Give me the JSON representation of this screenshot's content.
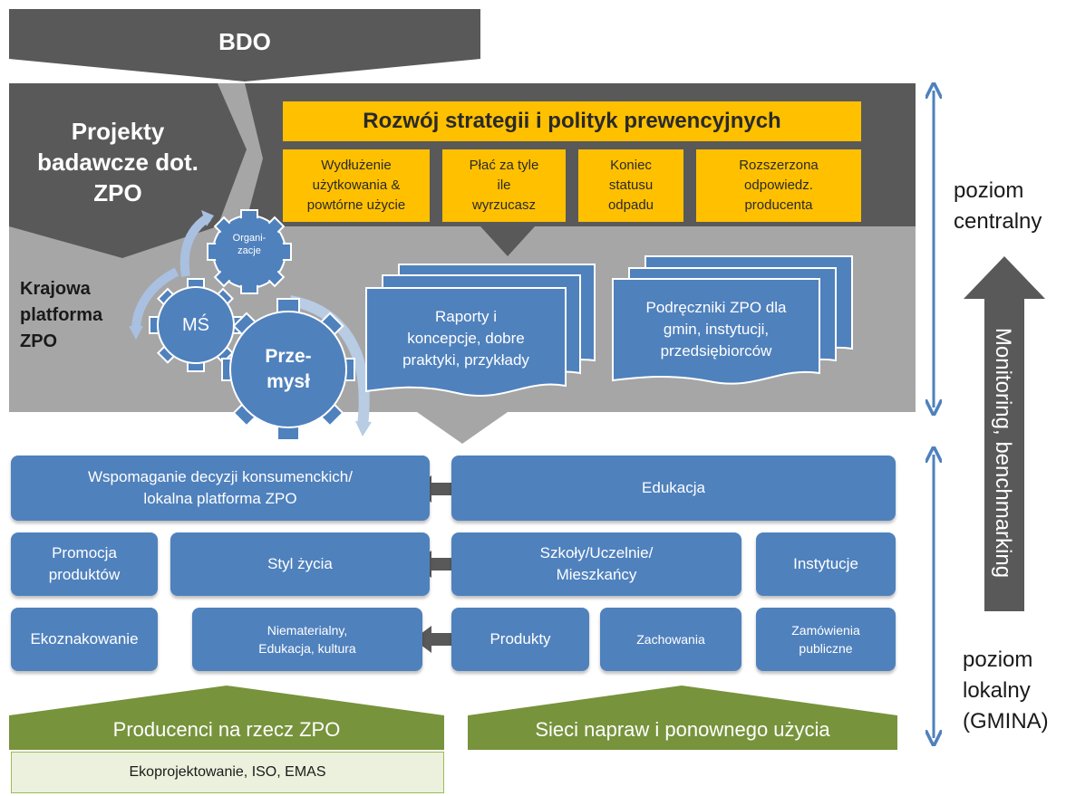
{
  "colors": {
    "dark": "#595959",
    "gray": "#a6a6a6",
    "yellow": "#ffc000",
    "blue": "#4f81bd",
    "green": "#77933c",
    "light_green": "#ebf1dd"
  },
  "top": {
    "bdo": "BDO"
  },
  "projects": {
    "line1": "Projekty",
    "line2": "badawcze dot.",
    "line3": "ZPO"
  },
  "strategy": {
    "title": "Rozwój strategii i polityk prewencyjnych",
    "boxes": [
      {
        "l1": "Wydłużenie",
        "l2": "użytkowania &",
        "l3": "powtórne użycie"
      },
      {
        "l1": "Płać za tyle",
        "l2": "ile",
        "l3": "wyrzucasz"
      },
      {
        "l1": "Koniec",
        "l2": "statusu",
        "l3": "odpadu"
      },
      {
        "l1": "Rozszerzona",
        "l2": "odpowiedz.",
        "l3": "producenta"
      }
    ]
  },
  "platform": {
    "line1": "Krajowa",
    "line2": "platforma",
    "line3": "ZPO"
  },
  "gears": {
    "org_l1": "Organi-",
    "org_l2": "zacje",
    "ms": "MŚ",
    "prz_l1": "Prze-",
    "prz_l2": "mysł"
  },
  "docs": {
    "reports": {
      "l1": "Raporty i",
      "l2": "koncepcje, dobre",
      "l3": "praktyki, przykłady"
    },
    "manuals": {
      "l1": "Podręczniki ZPO dla",
      "l2": "gmin, instytucji,",
      "l3": "przedsiębiorców"
    }
  },
  "local": {
    "support": {
      "l1": "Wspomaganie decyzji konsumenckich/",
      "l2": "lokalna platforma ZPO"
    },
    "education": "Edukacja",
    "promo": {
      "l1": "Promocja",
      "l2": "produktów"
    },
    "lifestyle": "Styl życia",
    "schools": {
      "l1": "Szkoły/Uczelnie/",
      "l2": "Mieszkańcy"
    },
    "institutions": "Instytucje",
    "ecolabel": "Ekoznakowanie",
    "intangible": {
      "l1": "Niematerialny,",
      "l2": "Edukacja, kultura"
    },
    "products": "Produkty",
    "behaviour": "Zachowania",
    "procurement": {
      "l1": "Zamówienia",
      "l2": "publiczne"
    }
  },
  "bottom": {
    "producers": "Producenci na rzecz ZPO",
    "repair": "Sieci napraw i ponownego użycia",
    "ecodesign": "Ekoprojektowanie, ISO, EMAS"
  },
  "right": {
    "central": {
      "l1": "poziom",
      "l2": "centralny"
    },
    "local": {
      "l1": "poziom",
      "l2": "lokalny",
      "l3": "(GMINA)"
    },
    "monitoring": "Monitoring, benchmarking"
  }
}
